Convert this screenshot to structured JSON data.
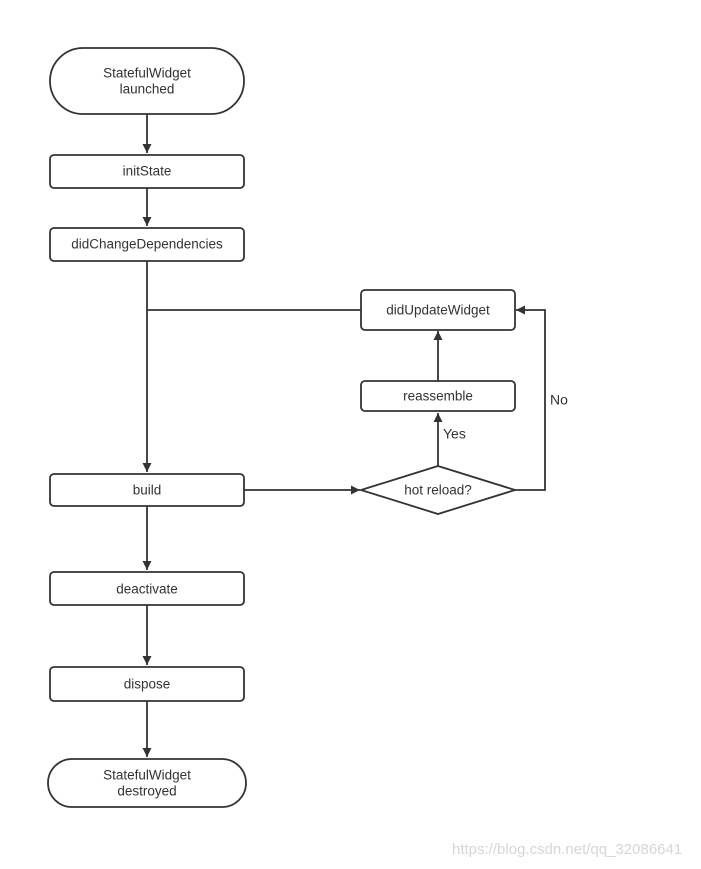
{
  "nodes": {
    "start": {
      "lines": [
        "StatefulWidget",
        "launched"
      ]
    },
    "init_state": {
      "label": "initState"
    },
    "did_change_dependencies": {
      "label": "didChangeDependencies"
    },
    "did_update_widget": {
      "label": "didUpdateWidget"
    },
    "reassemble": {
      "label": "reassemble"
    },
    "build": {
      "label": "build"
    },
    "hot_reload": {
      "label": "hot reload?"
    },
    "deactivate": {
      "label": "deactivate"
    },
    "dispose": {
      "label": "dispose"
    },
    "end": {
      "lines": [
        "StatefulWidget",
        "destroyed"
      ]
    }
  },
  "edge_labels": {
    "yes": "Yes",
    "no": "No"
  },
  "watermark": "https://blog.csdn.net/qq_32086641",
  "colors": {
    "stroke": "#333333",
    "text": "#333333",
    "background": "#ffffff",
    "watermark": "#d6d6d6"
  }
}
